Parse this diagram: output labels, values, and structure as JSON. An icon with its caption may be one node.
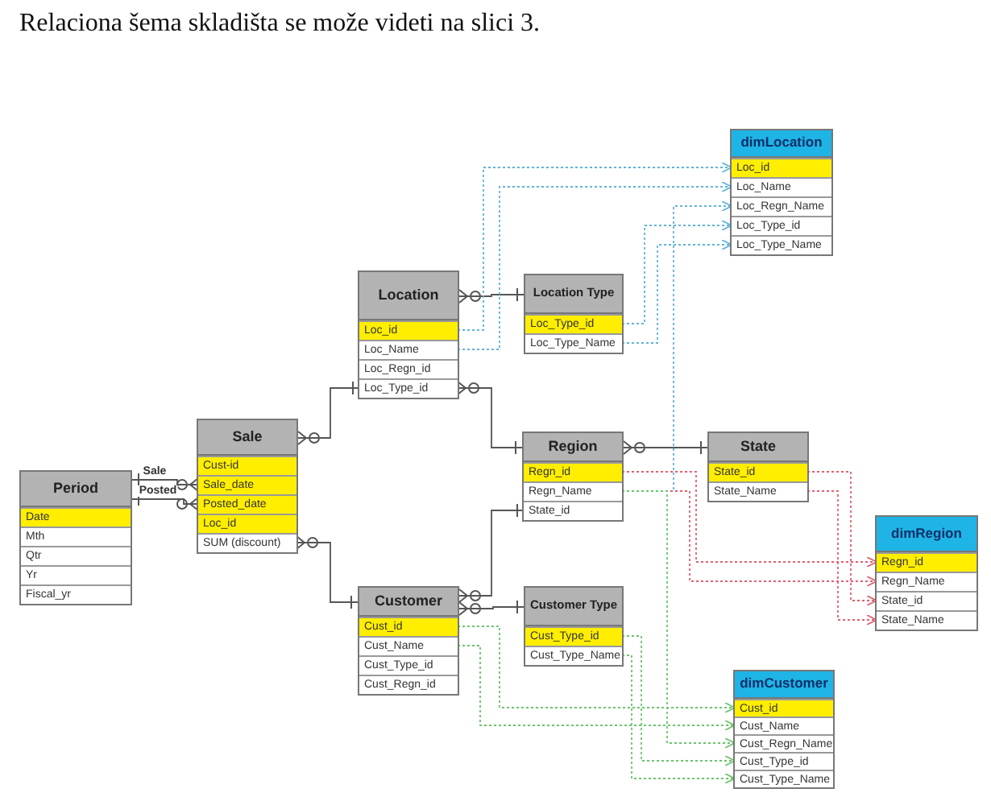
{
  "diagram": {
    "title": "Relaciona šema skladišta se može videti na slici 3.",
    "nodes": [
      {
        "text": [
          "Period"
        ]
      },
      {
        "text": [
          "Date"
        ],
        "in": 0
      },
      {
        "text": [
          "Mth"
        ],
        "in": 0
      },
      {
        "text": [
          "Qtr"
        ],
        "in": 0
      },
      {
        "text": [
          "Yr"
        ],
        "in": 0
      },
      {
        "text": [
          "Fiscal_yr"
        ],
        "in": 0
      },
      {
        "text": [
          "Sale"
        ]
      },
      {
        "text": [
          "Cust-id"
        ],
        "in": 6
      },
      {
        "text": [
          "Sale_date"
        ],
        "in": 6
      },
      {
        "text": [
          "Posted_date"
        ],
        "in": 6
      },
      {
        "text": [
          "Loc_id"
        ],
        "in": 6
      },
      {
        "text": [
          "SUM (discount)"
        ],
        "in": 6
      },
      {
        "text": [
          "Location"
        ]
      },
      {
        "text": [
          "Loc_id"
        ],
        "in": 12
      },
      {
        "text": [
          "Loc_Name"
        ],
        "in": 12
      },
      {
        "text": [
          "Loc_Regn_id"
        ],
        "in": 12
      },
      {
        "text": [
          "Loc_Type_id"
        ],
        "in": 12
      },
      {
        "text": [
          "Location Type"
        ]
      },
      {
        "text": [
          "Loc_Type_id"
        ],
        "in": 17
      },
      {
        "text": [
          "Loc_Type_Name"
        ],
        "in": 17
      },
      {
        "text": [
          "dimLocation"
        ]
      },
      {
        "text": [
          "Loc_id"
        ],
        "in": 20
      },
      {
        "text": [
          "Loc_Name"
        ],
        "in": 20
      },
      {
        "text": [
          "Loc_Regn_Name"
        ],
        "in": 20
      },
      {
        "text": [
          "Loc_Type_id"
        ],
        "in": 20
      },
      {
        "text": [
          "Loc_Type_Name"
        ],
        "in": 20
      },
      {
        "text": [
          "Region"
        ]
      },
      {
        "text": [
          "Regn_id"
        ],
        "in": 26
      },
      {
        "text": [
          "Regn_Name"
        ],
        "in": 26
      },
      {
        "text": [
          "State_id"
        ],
        "in": 26
      },
      {
        "text": [
          "State"
        ]
      },
      {
        "text": [
          "State_id"
        ],
        "in": 30
      },
      {
        "text": [
          "State_Name"
        ],
        "in": 30
      },
      {
        "text": [
          "dimRegion"
        ]
      },
      {
        "text": [
          "Regn_id"
        ],
        "in": 33
      },
      {
        "text": [
          "Regn_Name"
        ],
        "in": 33
      },
      {
        "text": [
          "State_id"
        ],
        "in": 33
      },
      {
        "text": [
          "State_Name"
        ],
        "in": 33
      },
      {
        "text": [
          "Customer"
        ]
      },
      {
        "text": [
          "Cust_id"
        ],
        "in": 38
      },
      {
        "text": [
          "Cust_Name"
        ],
        "in": 38
      },
      {
        "text": [
          "Cust_Type_id"
        ],
        "in": 38
      },
      {
        "text": [
          "Cust_Regn_id"
        ],
        "in": 38
      },
      {
        "text": [
          "Customer Type"
        ]
      },
      {
        "text": [
          "Cust_Type_id"
        ],
        "in": 43
      },
      {
        "text": [
          "Cust_Type_Name"
        ],
        "in": 43
      },
      {
        "text": [
          "dimCustomer"
        ]
      },
      {
        "text": [
          "Cust_id"
        ],
        "in": 46
      },
      {
        "text": [
          "Cust_Name"
        ],
        "in": 46
      },
      {
        "text": [
          "Cust_Regn_Name"
        ],
        "in": 46
      },
      {
        "text": [
          "Cust_Type_id"
        ],
        "in": 46
      },
      {
        "text": [
          "Cust_Type_Name"
        ],
        "in": 46
      }
    ],
    "edges": [
      {
        "from": 0,
        "to": 8,
        "arrow": "other",
        "label": "Sale"
      },
      {
        "from": 0,
        "to": 9,
        "arrow": "other",
        "label": "Posted"
      },
      {
        "from": 17,
        "to": 12,
        "arrow": "other"
      },
      {
        "from": 16,
        "to": 6,
        "arrow": "other"
      },
      {
        "from": 26,
        "to": 16,
        "arrow": "other"
      },
      {
        "from": 30,
        "to": 26,
        "arrow": "other"
      },
      {
        "from": 29,
        "to": 38,
        "arrow": "other"
      },
      {
        "from": 43,
        "to": 38,
        "arrow": "other"
      },
      {
        "from": 38,
        "to": 11,
        "arrow": "other"
      },
      {
        "from": 13,
        "to": 21,
        "arrow": "to",
        "style": "dashed",
        "color": "#5fb4d9"
      },
      {
        "from": 14,
        "to": 22,
        "arrow": "to",
        "style": "dashed",
        "color": "#5fb4d9"
      },
      {
        "from": 28,
        "to": 23,
        "arrow": "to",
        "style": "dashed",
        "color": "#5fb4d9"
      },
      {
        "from": 18,
        "to": 24,
        "arrow": "to",
        "style": "dashed",
        "color": "#5fb4d9"
      },
      {
        "from": 19,
        "to": 25,
        "arrow": "to",
        "style": "dashed",
        "color": "#5fb4d9"
      },
      {
        "from": 27,
        "to": 34,
        "arrow": "to",
        "style": "dashed",
        "color": "#e06070"
      },
      {
        "from": 28,
        "to": 35,
        "arrow": "to",
        "style": "dashed",
        "color": "#e06070"
      },
      {
        "from": 31,
        "to": 36,
        "arrow": "to",
        "style": "dashed",
        "color": "#e06070"
      },
      {
        "from": 32,
        "to": 37,
        "arrow": "to",
        "style": "dashed",
        "color": "#e06070"
      },
      {
        "from": 39,
        "to": 47,
        "arrow": "to",
        "style": "dashed",
        "color": "#6cc46c"
      },
      {
        "from": 40,
        "to": 48,
        "arrow": "to",
        "style": "dashed",
        "color": "#6cc46c"
      },
      {
        "from": 28,
        "to": 49,
        "arrow": "to",
        "style": "dashed",
        "color": "#6cc46c"
      },
      {
        "from": 44,
        "to": 50,
        "arrow": "to",
        "style": "dashed",
        "color": "#6cc46c"
      },
      {
        "from": 45,
        "to": 51,
        "arrow": "to",
        "style": "dashed",
        "color": "#6cc46c"
      }
    ]
  }
}
